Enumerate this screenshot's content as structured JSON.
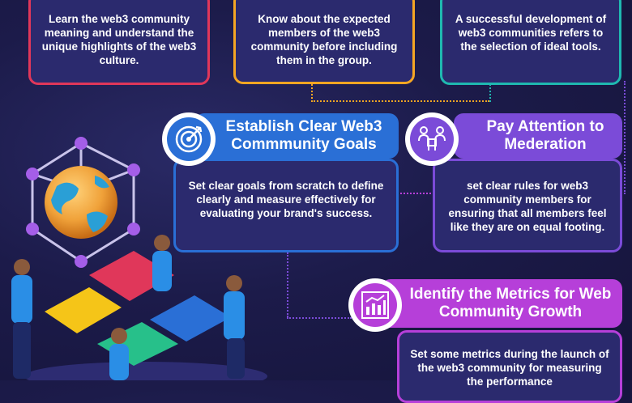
{
  "cards": {
    "top_left": "Learn the web3 community meaning and understand the unique highlights of the web3 culture.",
    "top_middle": "Know about the expected members of the web3 community before including them in the group.",
    "top_right": "A successful development of web3 communities refers to the selection of ideal tools.",
    "goals_body": "Set clear goals from scratch to define clearly and measure effectively for evaluating your brand's success.",
    "moderation_body": "set clear rules for web3 community members for ensuring that all members feel like they are on equal footing.",
    "metrics_body": "Set some metrics during the launch of the web3 community for measuring the performance"
  },
  "titles": {
    "goals": "Establish Clear Web3 Commmunity Goals",
    "moderation": "Pay Attention to Mederation",
    "metrics": "Identify the Metrics for Web Community Growth"
  },
  "colors": {
    "background": "#1c1b4a",
    "card_fill": "#2b2a6e",
    "red": "#e0375a",
    "orange": "#f5a623",
    "teal": "#1fb8b0",
    "blue_title": "#2a6fd6",
    "purple_title": "#7b4bd8",
    "magenta_title": "#b63fd9"
  },
  "icons": {
    "goals": "target-icon",
    "moderation": "people-meeting-icon",
    "metrics": "bar-chart-icon"
  }
}
